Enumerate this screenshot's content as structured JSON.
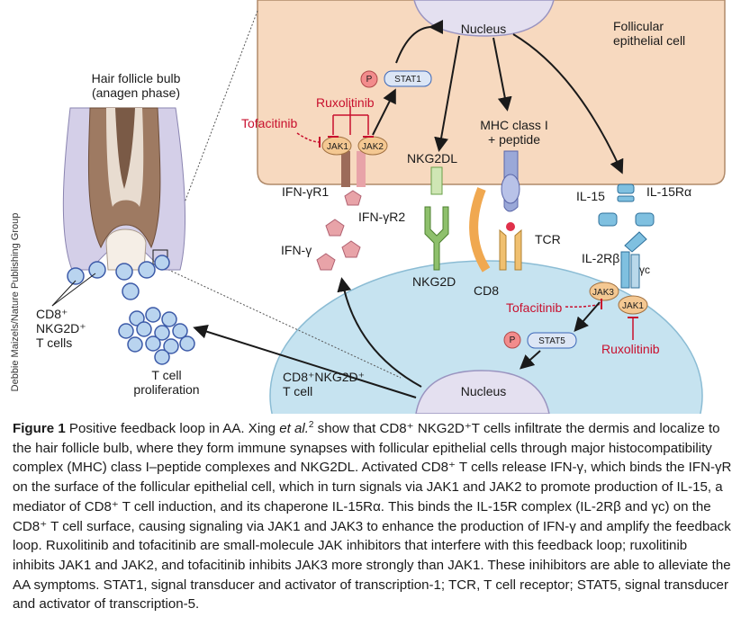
{
  "figure": {
    "labels": {
      "nucleus_top": "Nucleus",
      "follicular_cell": "Follicular\nepithelial cell",
      "hair_follicle": "Hair follicle bulb\n(anagen phase)",
      "p_top": "P",
      "stat1": "STAT1",
      "ruxolitinib_top": "Ruxolitinib",
      "tofacitinib_top": "Tofacitinib",
      "jak1_top": "JAK1",
      "jak2": "JAK2",
      "nkg2dl": "NKG2DL",
      "mhc": "MHC class I\n+ peptide",
      "ifngr1": "IFN-γR1",
      "ifngr2": "IFN-γR2",
      "il15": "IL-15",
      "il15ra": "IL-15Rα",
      "ifng": "IFN-γ",
      "tcr": "TCR",
      "il2rb": "IL-2Rβ",
      "gamma_c": "γc",
      "nkg2d": "NKG2D",
      "cd8": "CD8",
      "cd8_nkg2d_cells": "CD8⁺\nNKG2D⁺\nT cells",
      "tofacitinib_bottom": "Tofacitinib",
      "jak3": "JAK3",
      "jak1_bottom": "JAK1",
      "p_bottom": "P",
      "stat5": "STAT5",
      "ruxolitinib_bottom": "Ruxolitinib",
      "t_cell_prolif": "T cell\nproliferation",
      "cd8_t_cell": "CD8⁺NKG2D⁺\nT cell",
      "nucleus_bottom": "Nucleus",
      "credit": "Debbie Maizels/Nature Publishing Group"
    },
    "colors": {
      "follicular_cell": "#f7d9bf",
      "t_cell": "#c6e3f0",
      "nucleus": "#e4e0f0",
      "inhibitor_red": "#c8102e",
      "receptor_pink": "#e8a3a8",
      "receptor_brown": "#9c6b5a",
      "nkg2d_green": "#8ec06c",
      "cd8_orange": "#f0a850",
      "stat_blue": "#3a66b8"
    }
  },
  "caption": {
    "figure_label": "Figure 1",
    "part1": "Positive feedback loop in AA. Xing ",
    "cite": "et al.",
    "ref": "2",
    "part2": " show that CD8⁺ NKG2D⁺T cells infiltrate the dermis and localize to the hair follicle bulb, where they form immune synapses with follicular epithelial cells through major histocompatibility complex (MHC) class I–peptide complexes and NKG2DL. Activated CD8⁺ T cells release IFN-γ, which binds the IFN-γR on the surface of the follicular epithelial cell, which in turn signals via JAK1 and JAK2 to promote production of IL-15, a mediator of CD8⁺ T cell induction, and its chaperone IL-15Rα. This binds the IL-15R complex (IL-2Rβ and γc) on the CD8⁺ T cell surface, causing signaling via JAK1 and JAK3 to enhance the production of IFN-γ and amplify the feedback loop. Ruxolitinib and tofacitinib are small-molecule JAK inhibitors that interfere with this feedback loop; ruxolitinib inhibits JAK1 and JAK2, and tofacitinib inhibits JAK3 more strongly than JAK1. These inihibitors are able to alleviate the AA symptoms. STAT1, signal transducer and activator of transcription-1; TCR, T cell receptor; STAT5, signal transducer and activator of transcription-5."
  }
}
